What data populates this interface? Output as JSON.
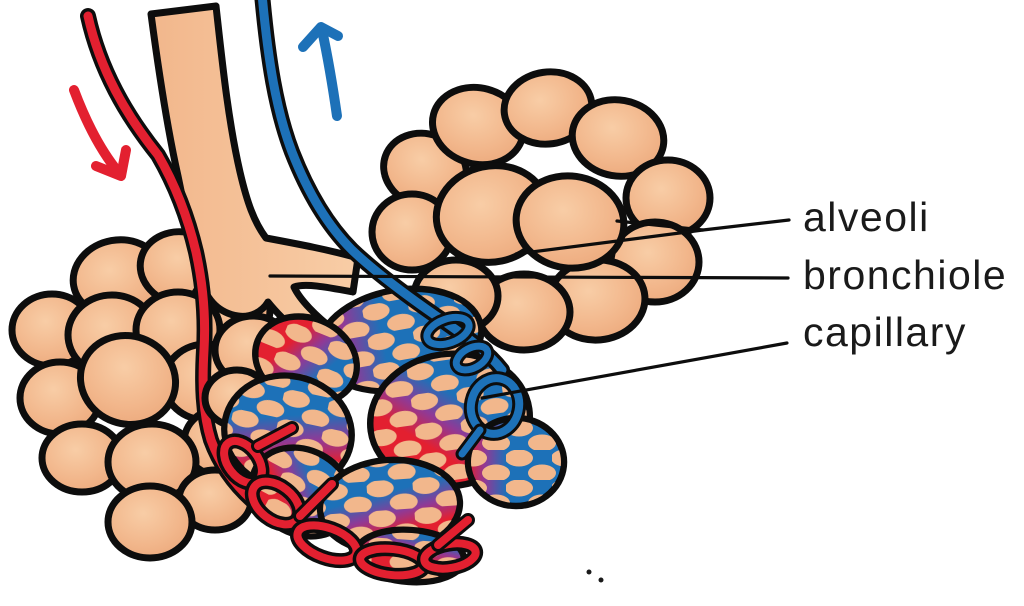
{
  "figure": {
    "type": "anatomical-diagram",
    "subject": "alveoli with bronchiole and capillary network",
    "labels": [
      {
        "text": "alveoli"
      },
      {
        "text": "bronchiole"
      },
      {
        "text": "capillary"
      }
    ],
    "arrows": [
      {
        "name": "red-arrow",
        "direction": "down",
        "color": "#e32030"
      },
      {
        "name": "blue-arrow",
        "direction": "up",
        "color": "#1d71b8"
      }
    ],
    "colors": {
      "background": "#ffffff",
      "outline": "#0d0d0d",
      "label_text": "#1a1a1a",
      "tissue_tan": "#f2b78c",
      "tissue_light": "#f8cda6",
      "tissue_shade": "#e8a072",
      "artery_red": "#e32030",
      "vein_blue": "#1d71b8",
      "mesh_purple": "#8e3a97"
    }
  }
}
